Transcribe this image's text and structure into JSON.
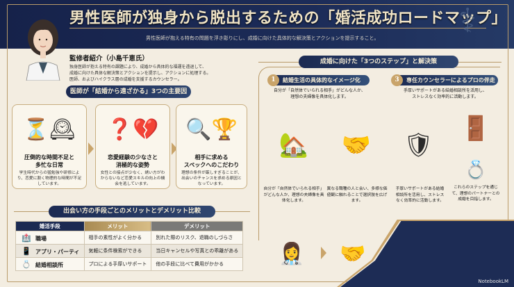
{
  "header": {
    "title": "男性医師が独身から脱出するための「婚活成功ロードマップ」",
    "subtitle": "男性医師が抱える特有の問題を浮き彫りにし、成婚に向けた具体的な解決策とアクションを提示すること。",
    "emblem_icon": "caduceus-icon"
  },
  "supervisor": {
    "title": "監修者紹介（小島千恵氏）",
    "lines": [
      "独身医師が抱える特有の課題により、成婚から具体的な福運を遠退して、",
      "成婚に向けた具体な解決策とアクションを提示し、アクションに処理する。",
      "医師、およびハイクラス層の成婚を支援するカウンセラー。"
    ]
  },
  "causes": {
    "heading": "医師が「結婚から遠ざかる」3つの主要因",
    "items": [
      {
        "icon": "hourglass-icon",
        "title_1": "圧倒的な時間不足と",
        "title_2": "多忙な日常",
        "text": "学生時代からの猛勉強や研修により、恋愛に割く物理的な時間が不足しています。"
      },
      {
        "icon": "broken-heart-icon",
        "title_1": "恋愛経験の少なさと",
        "title_2": "消極的な姿勢",
        "text": "女性との接点が少なく、誘い方がわからないなど恋愛スキルの向上の機会を逃しています。"
      },
      {
        "icon": "magnifier-icon",
        "title_1": "相手に求める",
        "title_2": "スペックへのこだわり",
        "text": "理想の条件が厳しすぎることが、出会いのチャンスを求める原因となっています。"
      }
    ]
  },
  "comparison": {
    "heading": "出会い方の手段ごとのメリットとデメリット比較",
    "columns": [
      "婚活手段",
      "メリット",
      "デメリット"
    ],
    "rows": [
      {
        "icon": "hospital-icon",
        "glyph": "🏥",
        "method": "職場",
        "merit": "相手の素性がよく分かる",
        "demerit": "別れた際のリスク、退職のしづらさ"
      },
      {
        "icon": "smartphone-icon",
        "glyph": "📱",
        "method": "アプリ・パーティ",
        "merit": "気軽に条件検索ができる",
        "demerit": "当日キャンセルや写真との乖離がある"
      },
      {
        "icon": "rings-icon",
        "glyph": "💍",
        "method": "結婚相談所",
        "merit": "プロによる手厚いサポート",
        "demerit": "他の手段に比べて費用がかかる"
      }
    ]
  },
  "steps": {
    "heading": "成婚に向けた「3つのステップ」と解決策",
    "step1": {
      "num": "1",
      "title": "結婚生活の具体的なイメージ化",
      "desc_1": "自分が「自然体でいられる相手」がどんな人か、",
      "desc_2": "理想の夫婦像を具体化します。"
    },
    "step3": {
      "num": "3",
      "title": "専任カウンセラーによるプロの伴走",
      "desc_1": "手厚いサポートがある結婚相談所を活用し、",
      "desc_2": "ストレスなく効率的に活動します。"
    },
    "captions": [
      "自分が「自然体でいられる相手」がどんな人か、理想の夫婦像を具体化します。",
      "異なる職種の人と会い、多様な価値観に触れることで選択肢を広げます。",
      "手厚いサポートがある結婚相談所を活用し、ストレスなく効率的に活動します。",
      "これらのステップを通じて、理想のパートナーとの成婚を目指します。"
    ]
  },
  "footer": {
    "brand": "NotebookLM"
  },
  "colors": {
    "navy": "#1b2a52",
    "gold": "#c9a46a",
    "cream": "#f3ede1"
  }
}
